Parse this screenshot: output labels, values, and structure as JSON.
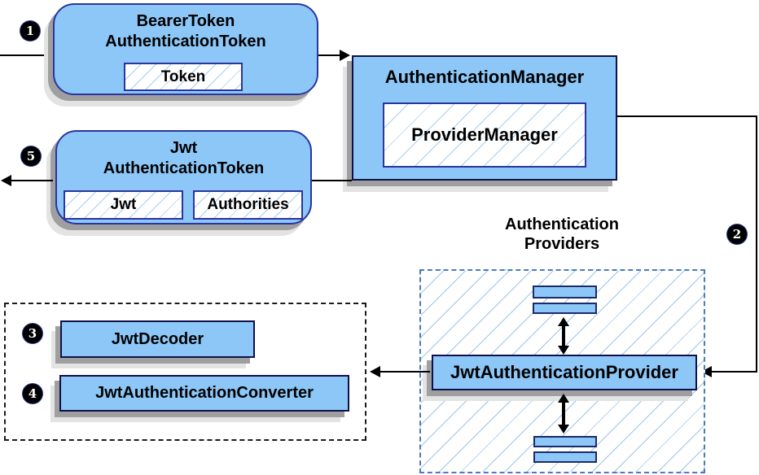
{
  "diagram": {
    "badges": {
      "b1": "1",
      "b2": "2",
      "b3": "3",
      "b4": "4",
      "b5": "5"
    },
    "bearer_token_box": {
      "title1": "BearerToken",
      "title2": "AuthenticationToken",
      "field_token": "Token"
    },
    "authentication_manager_box": {
      "title": "AuthenticationManager",
      "field_provider_manager": "ProviderManager"
    },
    "jwt_authentication_token_box": {
      "title1": "Jwt",
      "title2": "AuthenticationToken",
      "field_jwt": "Jwt",
      "field_authorities": "Authorities"
    },
    "authentication_providers_group": {
      "label1": "Authentication",
      "label2": "Providers",
      "provider_box": "JwtAuthenticationProvider"
    },
    "converter_group": {
      "decoder_box": "JwtDecoder",
      "converter_box": "JwtAuthenticationConverter"
    },
    "colors": {
      "box_fill": "#8CC7F7",
      "box_border_navy": "#2B35A0",
      "box_border_dark": "#10104A",
      "hatch_line": "#A9CDEC",
      "providers_dash_border": "#4A7ABF",
      "decoder_dash_border": "#1A1A1A",
      "shadow_dark": "#9F9F9F",
      "shadow_light": "#E3E3E3",
      "arrow": "#000000",
      "badge_bg": "#000000",
      "badge_text": "#FFFFFF"
    }
  }
}
